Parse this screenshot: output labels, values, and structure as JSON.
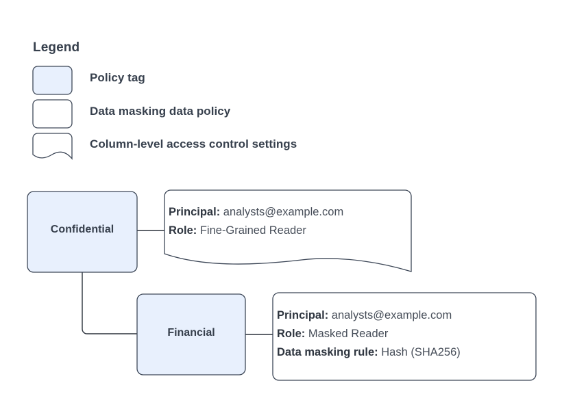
{
  "legend": {
    "title": "Legend",
    "items": [
      {
        "label": "Policy tag",
        "swatch": "rounded-rect-filled",
        "fill": "#e8f0fd"
      },
      {
        "label": "Data masking data policy",
        "swatch": "rounded-rect-white",
        "fill": "#ffffff"
      },
      {
        "label": "Column-level access control settings",
        "swatch": "document-wavy-bottom",
        "fill": "#ffffff"
      }
    ]
  },
  "diagram": {
    "nodes": [
      {
        "id": "confidential",
        "label": "Confidential",
        "type": "policy-tag",
        "fill": "#e8f0fd"
      },
      {
        "id": "financial",
        "label": "Financial",
        "type": "policy-tag",
        "fill": "#e8f0fd"
      }
    ],
    "callouts": [
      {
        "id": "confidential-settings",
        "shape": "document-wavy-bottom",
        "rows": [
          {
            "key": "Principal:",
            "value": "analysts@example.com"
          },
          {
            "key": "Role:",
            "value": "Fine-Grained Reader"
          }
        ]
      },
      {
        "id": "financial-policy",
        "shape": "rounded-rect",
        "rows": [
          {
            "key": "Principal:",
            "value": "analysts@example.com"
          },
          {
            "key": "Role:",
            "value": "Masked Reader"
          },
          {
            "key": "Data masking rule:",
            "value": "Hash (SHA256)"
          }
        ]
      }
    ],
    "connectors": [
      {
        "from": "confidential",
        "to": "confidential-settings",
        "style": "straight-horizontal"
      },
      {
        "from": "confidential",
        "to": "financial",
        "style": "elbow-down-right"
      },
      {
        "from": "financial",
        "to": "financial-policy",
        "style": "straight-horizontal"
      }
    ]
  },
  "colors": {
    "tag_fill": "#e8f0fd",
    "stroke": "#3d4757",
    "text": "#37404d",
    "background": "#ffffff"
  }
}
